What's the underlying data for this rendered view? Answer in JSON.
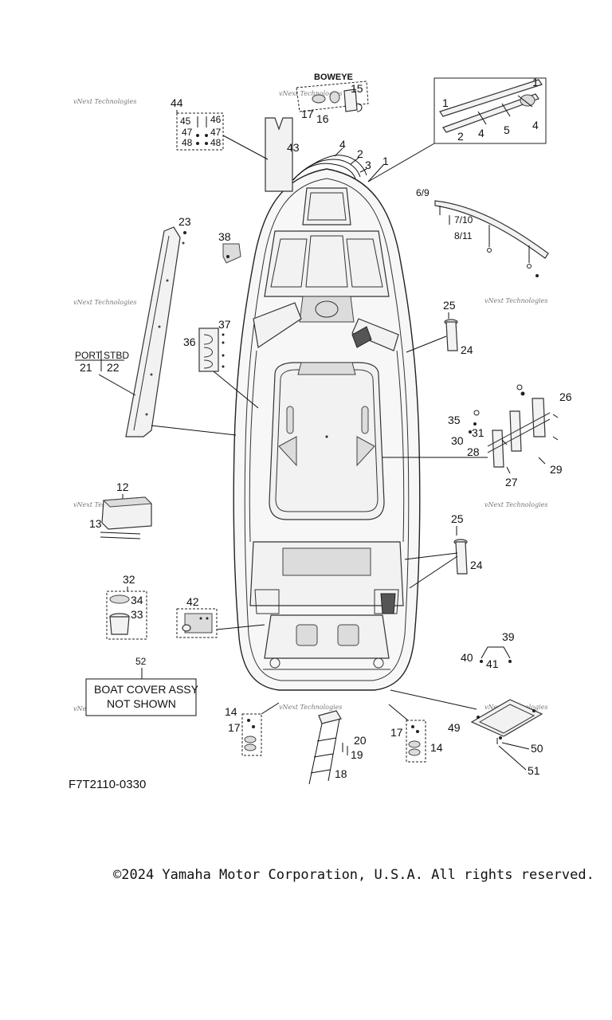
{
  "diagram": {
    "figure_code": "F7T2110-0330",
    "copyright": "©2024 Yamaha Motor Corporation, U.S.A. All rights reserved.",
    "watermark": "vNext Technologies",
    "boweye_heading": "BOWEYE",
    "port_heading": "PORT",
    "stbd_heading": "STBD",
    "boat_cover_note_line1": "BOAT COVER ASSY",
    "boat_cover_note_line2": "NOT SHOWN",
    "callouts": {
      "c1": "1",
      "c2": "2",
      "c3": "3",
      "c4": "4",
      "c5": "5",
      "c69": "6/9",
      "c710": "7/10",
      "c811": "8/11",
      "c12": "12",
      "c13": "13",
      "c14": "14",
      "c15": "15",
      "c16": "16",
      "c17": "17",
      "c18": "18",
      "c19": "19",
      "c20": "20",
      "c21": "21",
      "c22": "22",
      "c23": "23",
      "c24": "24",
      "c25": "25",
      "c26": "26",
      "c27": "27",
      "c28": "28",
      "c29": "29",
      "c30": "30",
      "c31": "31",
      "c32": "32",
      "c33": "33",
      "c34": "34",
      "c35": "35",
      "c36": "36",
      "c37": "37",
      "c38": "38",
      "c39": "39",
      "c40": "40",
      "c41": "41",
      "c42": "42",
      "c43": "43",
      "c44": "44",
      "c45": "45",
      "c46": "46",
      "c47": "47",
      "c48": "48",
      "c49": "49",
      "c50": "50",
      "c51": "51",
      "c52": "52"
    }
  }
}
